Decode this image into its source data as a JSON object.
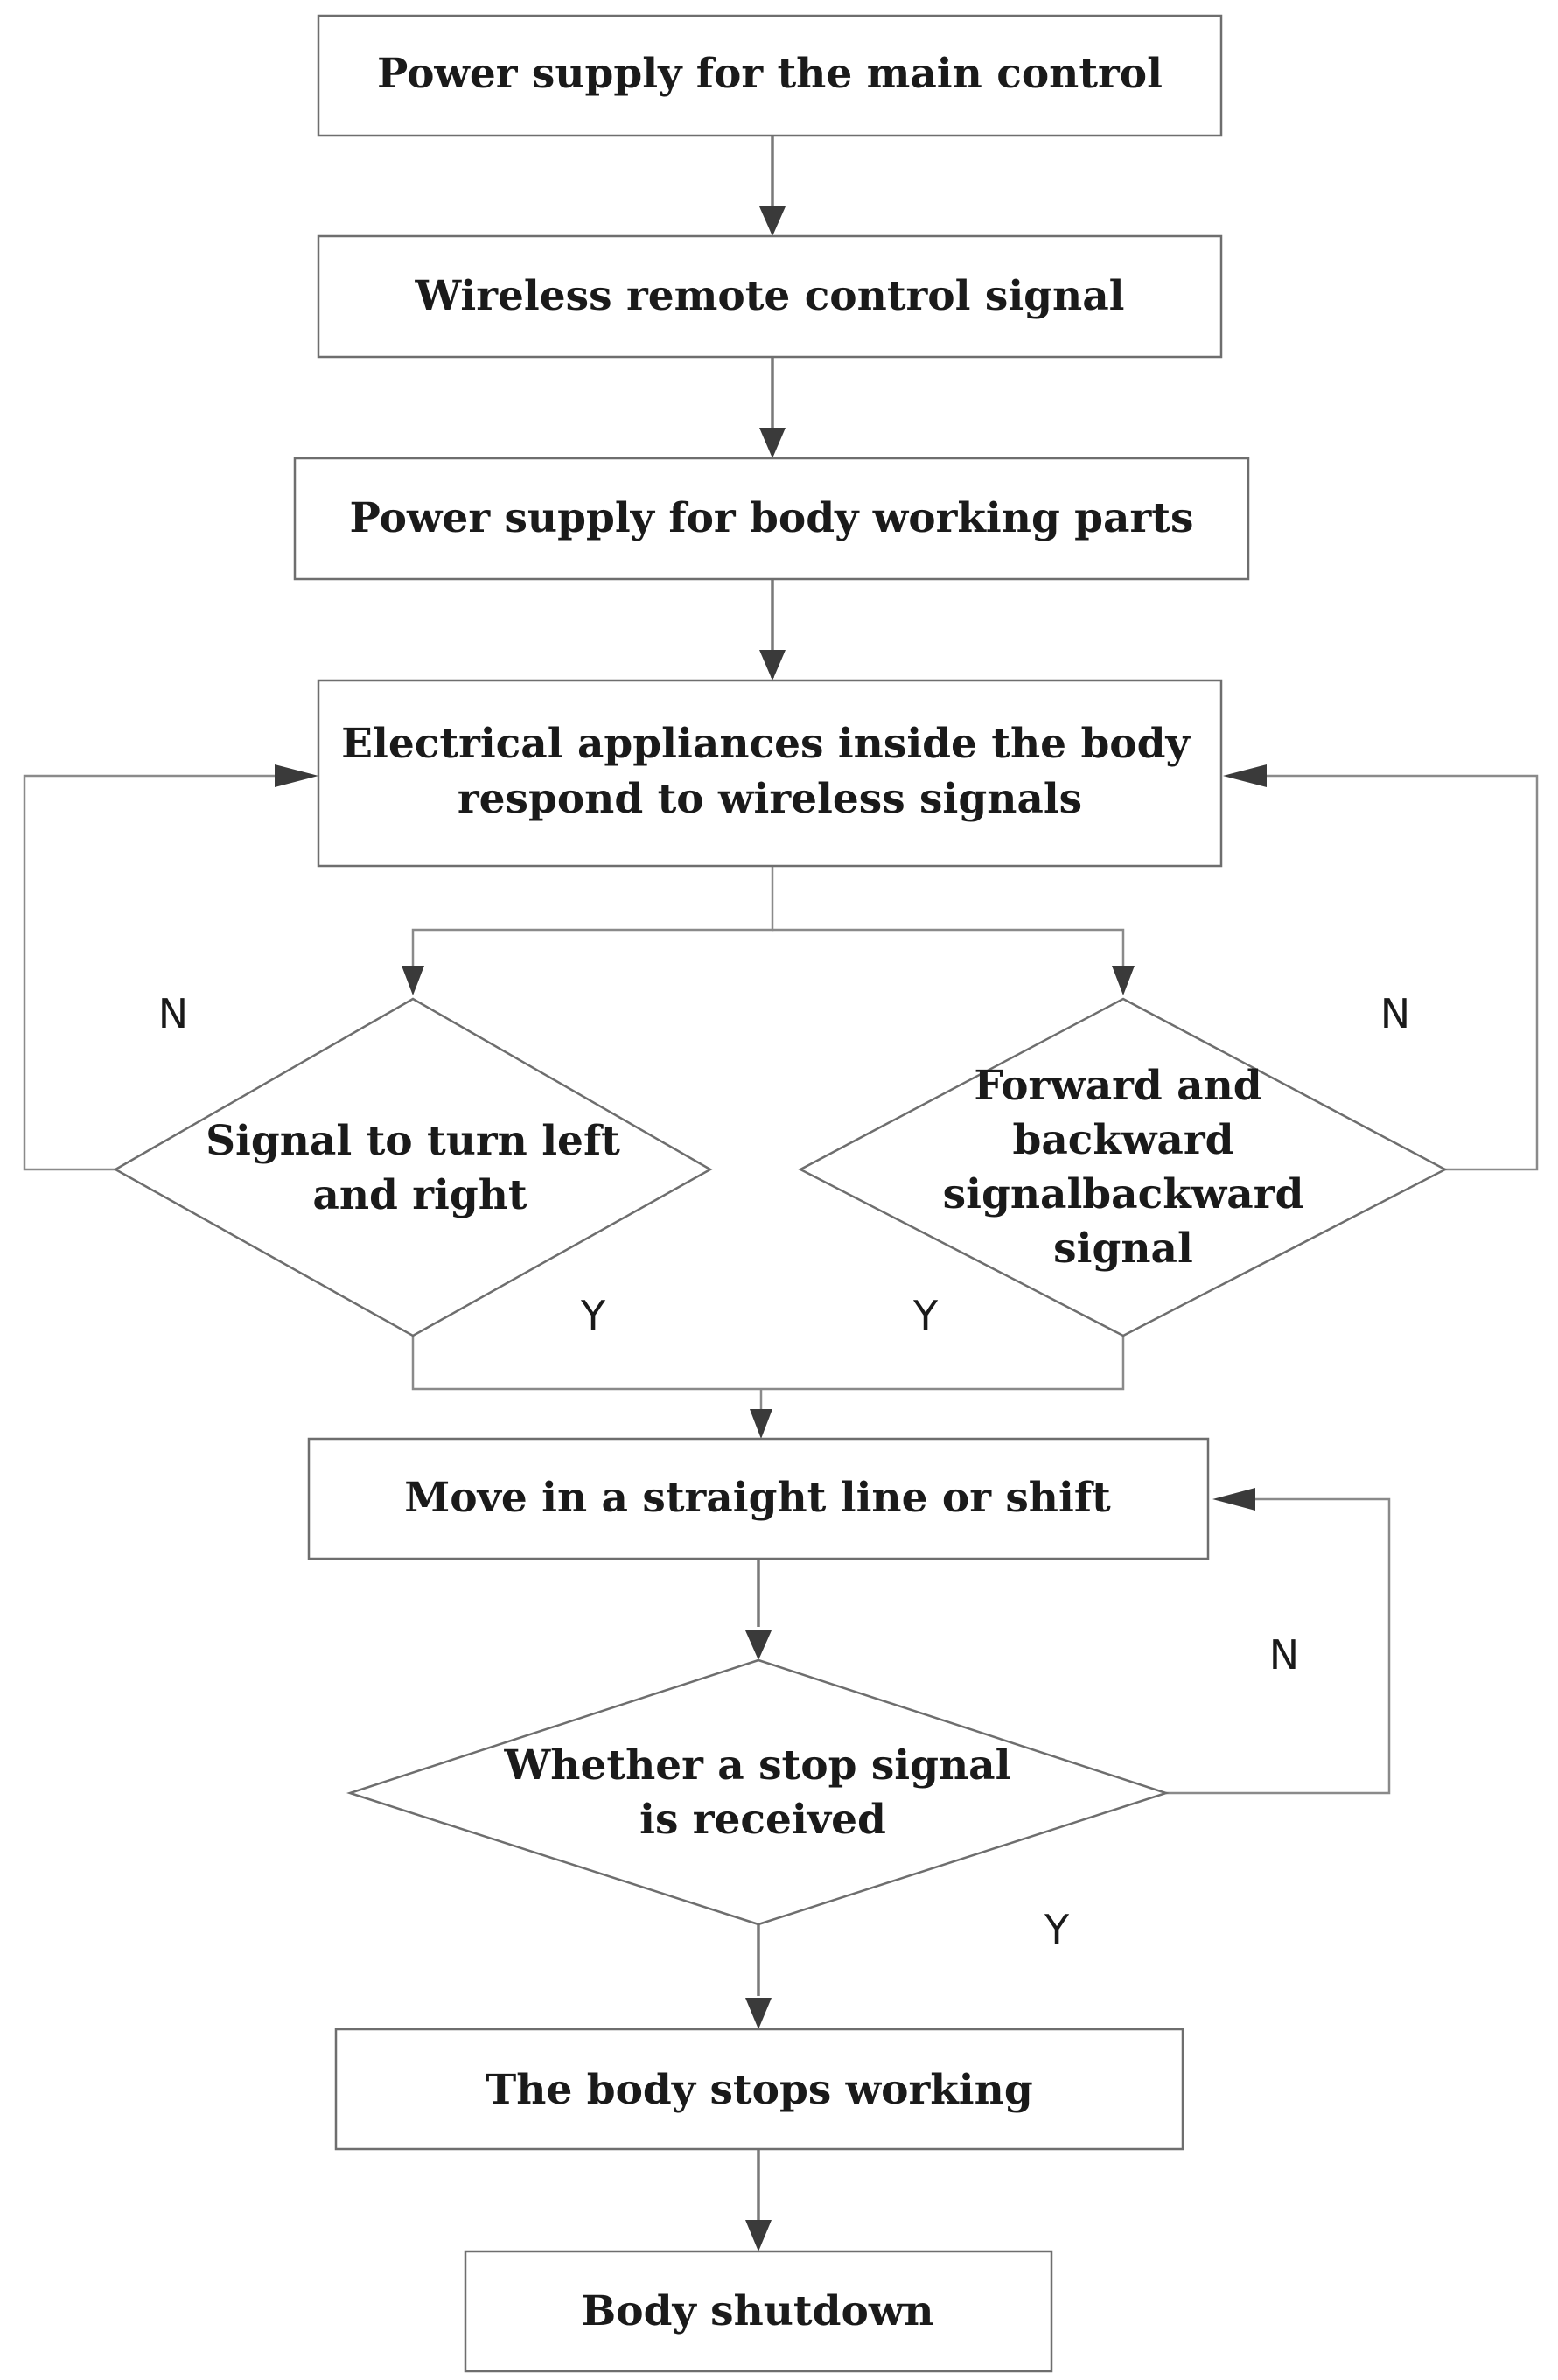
{
  "nodes": {
    "main_power": {
      "lines": [
        "Power supply for the main control"
      ]
    },
    "wireless_signal": {
      "lines": [
        "Wireless remote control signal"
      ]
    },
    "body_power": {
      "lines": [
        "Power supply for body working parts"
      ]
    },
    "respond": {
      "lines": [
        "Electrical appliances inside the body",
        "respond to wireless signals"
      ]
    },
    "turn_decision": {
      "lines": [
        "Signal to turn left",
        "and right"
      ]
    },
    "forward_decision": {
      "lines": [
        "Forward and",
        "backward",
        "signalbackward",
        "signal"
      ]
    },
    "move": {
      "lines": [
        "Move in a straight line or shift"
      ]
    },
    "stop_decision": {
      "lines": [
        "Whether a stop signal",
        "is received"
      ]
    },
    "stops_working": {
      "lines": [
        "The body stops working"
      ]
    },
    "shutdown": {
      "lines": [
        "Body shutdown"
      ]
    }
  },
  "labels": {
    "turn_no": "N",
    "forward_no": "N",
    "turn_yes": "Y",
    "forward_yes": "Y",
    "stop_no": "N",
    "stop_yes": "Y"
  },
  "colors": {
    "border": "#6e6e6e",
    "connector": "#7a7a7a",
    "text": "#1a1a1a"
  }
}
